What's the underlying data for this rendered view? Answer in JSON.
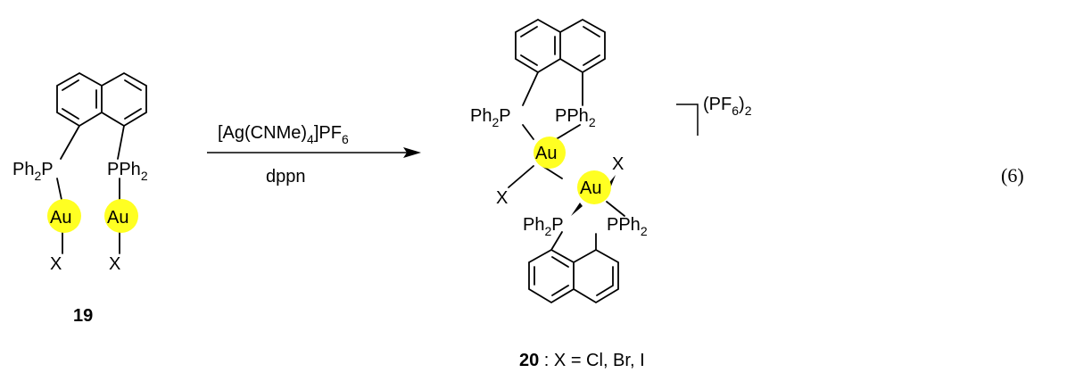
{
  "reagent": {
    "line1_main": "[Ag(CNMe)",
    "line1_sub1": "4",
    "line1_mid": "]PF",
    "line1_sub2": "6",
    "line2": "dppn"
  },
  "left": {
    "p_left_main": "Ph",
    "p_left_sub": "2",
    "p_left_end": "P",
    "p_right_main": "PPh",
    "p_right_sub": "2",
    "metal": "Au",
    "halide": "X",
    "label": "19"
  },
  "right": {
    "top_p_left_main": "Ph",
    "top_p_left_sub": "2",
    "top_p_left_end": "P",
    "top_p_right_main": "PPh",
    "top_p_right_sub": "2",
    "bot_p_left_main": "Ph",
    "bot_p_left_sub": "2",
    "bot_p_left_end": "P",
    "bot_p_right_main": "PPh",
    "bot_p_right_sub": "2",
    "metal": "Au",
    "halide": "X",
    "counterion_main": "(PF",
    "counterion_sub1": "6",
    "counterion_end": ")",
    "counterion_sub2": "2",
    "label_bold": "20",
    "label_rest": " : X = Cl, Br, I"
  },
  "equation_number": "(6)",
  "colors": {
    "highlight": "#ffff22",
    "ink": "#000000"
  }
}
